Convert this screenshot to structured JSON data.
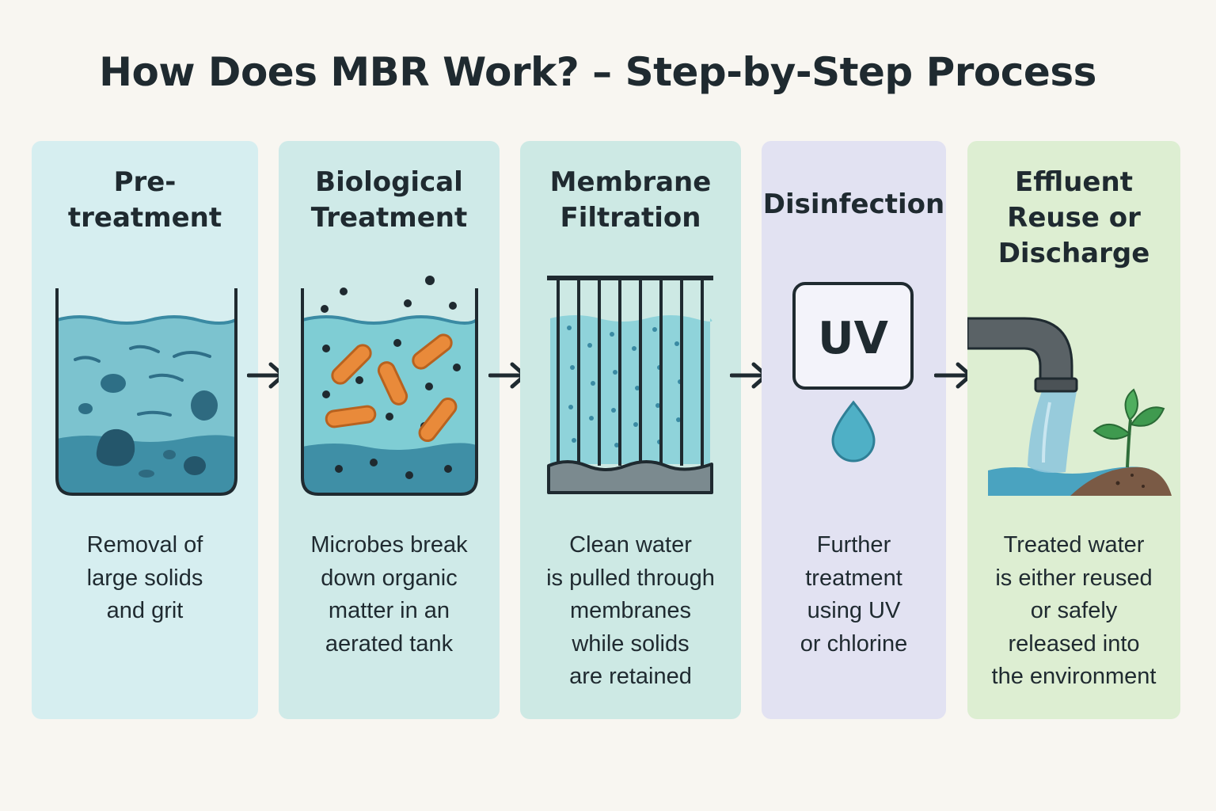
{
  "title": "How Does MBR Work? – Step-by-Step Process",
  "steps": [
    {
      "title_lines": [
        "Pre-",
        "treatment"
      ],
      "desc_lines": [
        "Removal of",
        "large solids",
        "and grit"
      ]
    },
    {
      "title_lines": [
        "Biological",
        "Treatment"
      ],
      "desc_lines": [
        "Microbes break",
        "down organic",
        "matter in an",
        "aerated tank"
      ]
    },
    {
      "title_lines": [
        "Membrane",
        "Filtration"
      ],
      "desc_lines": [
        "Clean water",
        "is pulled through",
        "membranes",
        "while solids",
        "are retained"
      ]
    },
    {
      "title_lines": [
        "Disinfection"
      ],
      "desc_lines": [
        "Further",
        "treatment",
        "using UV",
        "or chlorine"
      ],
      "badge": "UV"
    },
    {
      "title_lines": [
        "Effluent",
        "Reuse or",
        "Discharge"
      ],
      "desc_lines": [
        "Treated water",
        "is either reused",
        "or safely",
        "released into",
        "the environment"
      ]
    }
  ],
  "colors": {
    "background": "#f8f6f1",
    "water": "#4aa3b8",
    "water_light": "#7cc8d4",
    "bacteria": "#e98a3a",
    "ink": "#1f2a30",
    "plant": "#3f9a4f"
  },
  "icons": [
    "tank-solids-icon",
    "tank-bacteria-icon",
    "membrane-filter-icon",
    "uv-lamp-icon",
    "water-drop-icon",
    "pipe-outlet-icon",
    "plant-icon",
    "arrow-right-icon"
  ]
}
